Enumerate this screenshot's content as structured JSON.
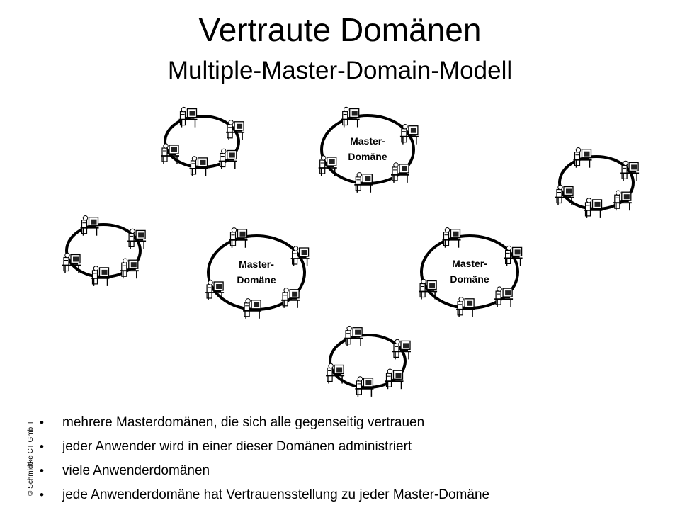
{
  "header": {
    "title": "Vertraute Domänen",
    "subtitle": "Multiple-Master-Domain-Modell"
  },
  "copyright": "© Schmidtke CT GmbH",
  "diagram": {
    "master_label_line1": "Master-",
    "master_label_line2": "Domäne",
    "icon": "computer-workstation-icon",
    "domains": [
      {
        "type": "user"
      },
      {
        "type": "master"
      },
      {
        "type": "user"
      },
      {
        "type": "user"
      },
      {
        "type": "master"
      },
      {
        "type": "master"
      },
      {
        "type": "user"
      }
    ]
  },
  "bullets": [
    "mehrere Masterdomänen, die sich alle gegenseitig vertrauen",
    "jeder Anwender wird in einer dieser Domänen administriert",
    "viele Anwenderdomänen",
    "jede Anwenderdomäne hat Vertrauensstellung zu jeder Master-Domäne"
  ]
}
